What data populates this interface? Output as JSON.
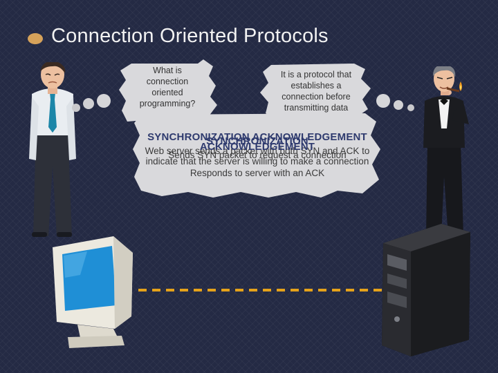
{
  "slide": {
    "title": "Connection Oriented Protocols",
    "colors": {
      "background": "#242a44",
      "bullet": "#d6a25a",
      "heading_text": "#2e3a6e",
      "monitor_screen": "#1f8fd6",
      "connection_line": "#e5a21a"
    }
  },
  "left_bubble": {
    "lines": [
      "What is",
      "connection",
      "oriented",
      "programming?"
    ]
  },
  "right_bubble": {
    "lines": [
      "It is a protocol that",
      "establishes a",
      "connection before",
      "transmitting data"
    ]
  },
  "handshake_box": {
    "heading_layer_1": "SYNCHRONIZATION ACKNOWLEDGEMENT",
    "heading_layer_2": "SYNCHRONIZATION",
    "heading_layer_3": "ACKNOWLEDGEMENT",
    "body_layer_1": [
      "Web server sends a packet with both SYN and ACK to",
      "indicate that the server is willing to make a connection"
    ],
    "body_layer_2": [
      "Sends SYN packet to request a connection",
      ""
    ],
    "body_layer_3": [
      "",
      "Responds to server with an ACK"
    ]
  },
  "icons": {
    "left_person": "worried-man-icon",
    "right_person": "businessman-icon",
    "computer": "crt-monitor-icon",
    "server": "server-tower-icon"
  }
}
